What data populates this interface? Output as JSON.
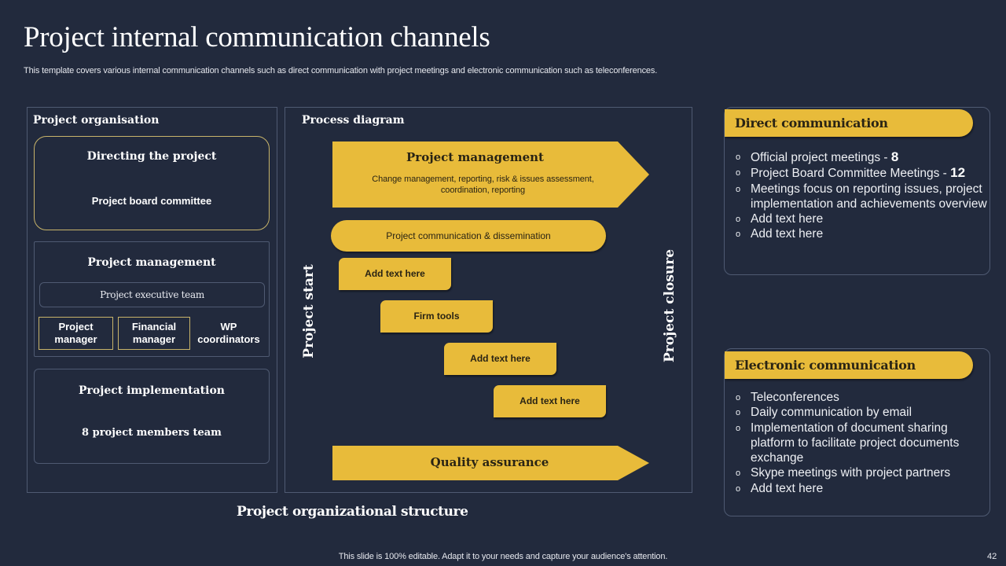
{
  "slide": {
    "title": "Project internal communication channels",
    "subtitle": "This template covers various internal communication channels such as direct communication with project meetings and electronic communication such as teleconferences.",
    "footer_note": "This slide is 100% editable. Adapt it to your needs and capture your audience's attention.",
    "page_number": "42"
  },
  "colors": {
    "background": "#222a3d",
    "accent": "#e8bb3a",
    "border": "#4f5a72",
    "accent_border": "#c8b46a",
    "dark_text": "#2a2414"
  },
  "organisation": {
    "heading": "Project organisation",
    "directing": {
      "title": "Directing the project",
      "subtitle": "Project board committee"
    },
    "management": {
      "title": "Project management",
      "executive_team": "Project executive team",
      "roles": [
        "Project manager",
        "Financial manager",
        "WP coordinators"
      ]
    },
    "implementation": {
      "title": "Project implementation",
      "subtitle": "8 project members team"
    },
    "caption": "Project organizational structure"
  },
  "process": {
    "heading": "Process diagram",
    "start_label": "Project start",
    "closure_label": "Project closure",
    "management_arrow": {
      "title": "Project management",
      "description": "Change management, reporting, risk & issues assessment, coordination, reporting"
    },
    "communication_pill": "Project communication & dissemination",
    "steps": [
      "Add text here",
      "Firm tools",
      "Add text here",
      "Add text here"
    ],
    "quality_arrow": "Quality assurance"
  },
  "direct_communication": {
    "title": "Direct communication",
    "bullet_symbol": "o",
    "items": [
      {
        "text": "Official project meetings - ",
        "value": "8"
      },
      {
        "text": "Project Board Committee Meetings - ",
        "value": "12"
      },
      {
        "text": "Meetings focus on reporting issues, project implementation and achievements overview",
        "value": ""
      },
      {
        "text": "Add text here",
        "value": ""
      },
      {
        "text": "Add text here",
        "value": ""
      }
    ]
  },
  "electronic_communication": {
    "title": "Electronic communication",
    "bullet_symbol": "o",
    "items": [
      {
        "text": "Teleconferences"
      },
      {
        "text": "Daily communication by email"
      },
      {
        "text": "Implementation of document sharing platform to facilitate project documents exchange"
      },
      {
        "text": "Skype meetings with project partners"
      },
      {
        "text": "Add text here"
      }
    ]
  }
}
